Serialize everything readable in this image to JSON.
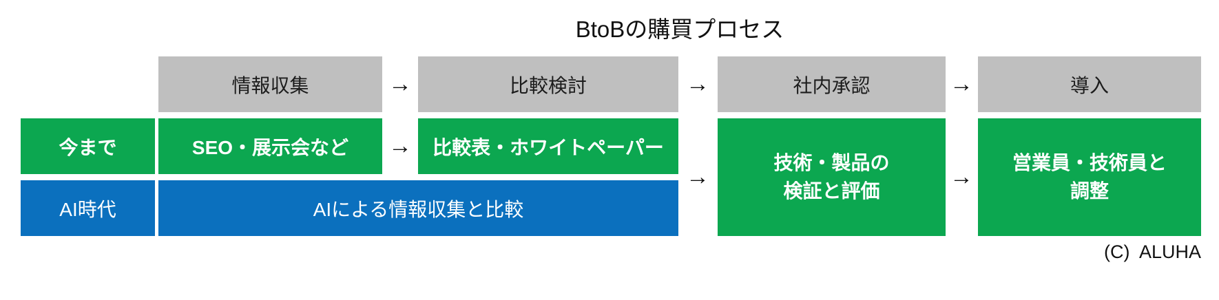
{
  "title": "BtoBの購買プロセス",
  "arrow_glyph": "→",
  "colors": {
    "stage_gray": "#bfbfbf",
    "traditional_green": "#0ca750",
    "ai_blue": "#0b70be",
    "text_dark": "#111111",
    "text_light": "#ffffff"
  },
  "process_stages": {
    "info_gathering": "情報収集",
    "comparison": "比較検討",
    "internal_approval": "社内承認",
    "adoption": "導入"
  },
  "era_rows": {
    "traditional": {
      "label": "今まで",
      "cell_info_gathering": "SEO・展示会など",
      "cell_comparison": "比較表・ホワイトペーパー"
    },
    "ai": {
      "label": "AI時代",
      "cell_span": "AIによる情報収集と比較"
    }
  },
  "merged_cells": {
    "approval": {
      "line1": "技術・製品の",
      "line2": "検証と評価"
    },
    "adoption": {
      "line1": "営業員・技術員と",
      "line2": "調整"
    }
  },
  "footer": {
    "copyright": "(C)  ALUHA"
  }
}
